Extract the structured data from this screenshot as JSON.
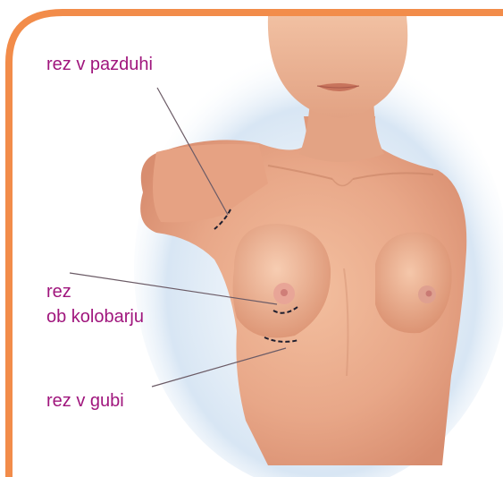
{
  "labels": {
    "armpit": "rez v pazduhi",
    "areola_line1": "rez",
    "areola_line2": "ob kolobarju",
    "fold": "rez v gubi"
  },
  "colors": {
    "frame": "#f28c4a",
    "label_text": "#a0167d",
    "skin": "#e9a98a",
    "incision_marks": "#1e1e2e",
    "leader_lines": "#6b5b66"
  }
}
